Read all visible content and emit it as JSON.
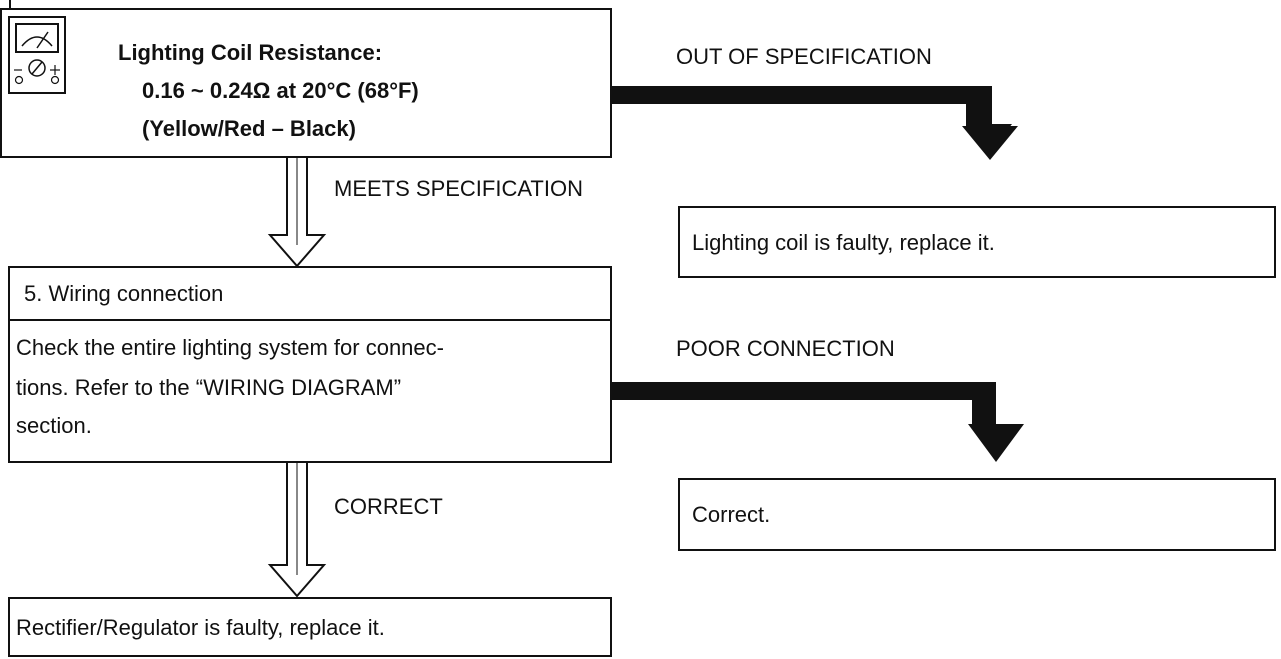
{
  "spec_box": {
    "icon": "multimeter-icon",
    "title": "Lighting Coil Resistance:",
    "value": "0.16 ~ 0.24Ω at 20°C (68°F)",
    "wires": "(Yellow/Red – Black)"
  },
  "branch_1": {
    "fail_label": "OUT OF SPECIFICATION",
    "pass_label": "MEETS SPECIFICATION",
    "fail_result": "Lighting coil is faulty, replace it."
  },
  "step_5": {
    "header": "5. Wiring connection",
    "body_lines": [
      "Check the entire lighting system for connec-",
      "tions. Refer to the “WIRING DIAGRAM”",
      "section."
    ]
  },
  "branch_2": {
    "fail_label": "POOR CONNECTION",
    "pass_label": "CORRECT",
    "fail_result": "Correct.",
    "pass_result": "Rectifier/Regulator is faulty, replace it."
  }
}
